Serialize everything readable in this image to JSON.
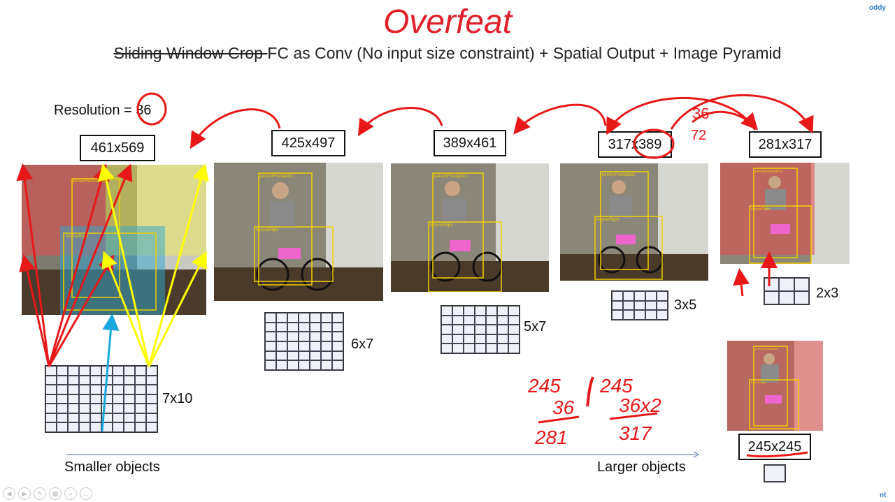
{
  "header": {
    "title": "Overfeat",
    "subtitle_struck": "Sliding Window Crop ",
    "subtitle_rest": "FC as Conv (No input size constraint) + Spatial Output + Image Pyramid",
    "corner_top": "oddy",
    "corner_bottom": "nt"
  },
  "resolution": {
    "label": "Resolution = ",
    "value": "36"
  },
  "scales": [
    {
      "size": "461x569",
      "grid": "7x10"
    },
    {
      "size": "425x497",
      "grid": "6x7"
    },
    {
      "size": "389x461",
      "grid": "5x7"
    },
    {
      "size": "317x389",
      "grid": "3x5"
    },
    {
      "size": "281x317",
      "grid": "2x3"
    },
    {
      "size": "245x245"
    }
  ],
  "photo_labels": {
    "person": "personFrontalOcc",
    "bicycle": "bicycleRight"
  },
  "annotations": {
    "top_right_numbers": [
      "36",
      "72"
    ],
    "calc_left": [
      "245",
      "36",
      "281"
    ],
    "calc_right": [
      "245",
      "36x2",
      "317"
    ]
  },
  "axis": {
    "left": "Smaller objects",
    "right": "Larger objects"
  },
  "colors": {
    "title": "#e0202a",
    "ink": "#e81818",
    "yellow": "#ffff00",
    "blue": "#19a7e0"
  }
}
